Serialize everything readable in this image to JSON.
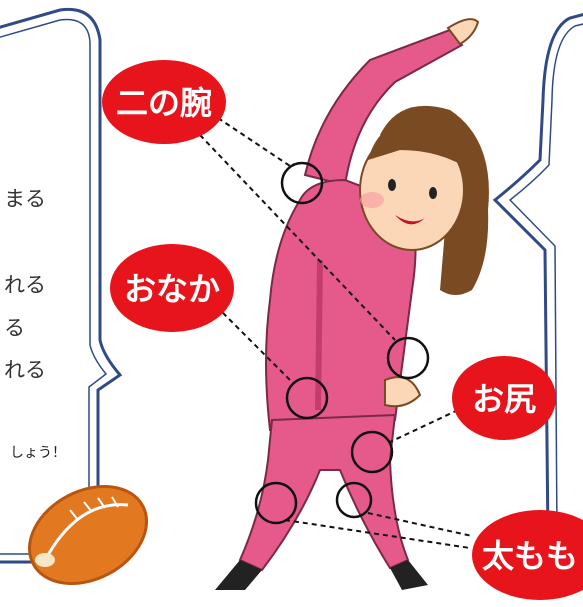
{
  "labels": {
    "upper_arm": "二の腕",
    "belly": "おなか",
    "buttocks": "お尻",
    "thigh": "太もも"
  },
  "bubble_text": {
    "line1": "まる",
    "line2": "れる",
    "line3": "る",
    "line4": "れる",
    "line5": "しょう！"
  },
  "colors": {
    "label_red": "#e8141c",
    "outfit_pink": "#e55a8b",
    "outfit_dark": "#c43c6e",
    "skin": "#fbd7b8",
    "hair": "#7a4a22",
    "frame_blue": "#2f4a85",
    "ball_orange": "#e2781f"
  }
}
